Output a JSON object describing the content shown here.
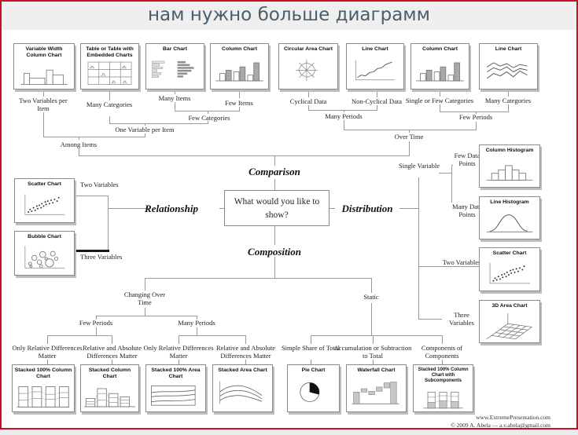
{
  "title": "нам нужно больше диаграмм",
  "colors": {
    "border_red": "#c50f22",
    "title_text": "#4a5e6a",
    "connector": "#999999"
  },
  "center": {
    "question": "What would you like to show?",
    "top": "Comparison",
    "left": "Relationship",
    "right": "Distribution",
    "bottom": "Composition"
  },
  "top_row": [
    {
      "title": "Variable Width Column Chart",
      "label": "Two Variables per Item"
    },
    {
      "title": "Table or Table with Embedded Charts",
      "label": "Many Categories"
    },
    {
      "title": "Bar Chart",
      "label": "Many Items"
    },
    {
      "title": "Column Chart",
      "label": "Few Items"
    },
    {
      "title": "Circular Area Chart",
      "label": "Cyclical Data"
    },
    {
      "title": "Line Chart",
      "label": "Non-Cyclical Data"
    },
    {
      "title": "Column Chart",
      "label": "Single or Few Categories"
    },
    {
      "title": "Line Chart",
      "label": "Many Categories"
    }
  ],
  "junctions": {
    "few_categories": "Few Categories",
    "one_variable_per_item": "One Variable per Item",
    "among_items": "Among Items",
    "many_periods": "Many Periods",
    "few_periods": "Few Periods",
    "over_time": "Over Time"
  },
  "relationship_branch": {
    "charts": [
      {
        "title": "Scatter Chart",
        "label": "Two Variables"
      },
      {
        "title": "Bubble Chart",
        "label": "Three Variables"
      }
    ]
  },
  "distribution_branch": {
    "single_variable": "Single Variable",
    "charts": [
      {
        "title": "Column Histogram",
        "label": "Few Data Points"
      },
      {
        "title": "Line Histogram",
        "label": "Many Data Points"
      },
      {
        "title": "Scatter Chart",
        "label": "Two Variables"
      },
      {
        "title": "3D Area Chart",
        "label": "Three Variables"
      }
    ]
  },
  "composition_branch": {
    "changing_over_time": "Changing Over Time",
    "static": "Static",
    "few_periods": "Few Periods",
    "many_periods": "Many Periods",
    "leaves": [
      {
        "label": "Only Relative Differences Matter",
        "title": "Stacked 100% Column Chart"
      },
      {
        "label": "Relative and Absolute Differences Matter",
        "title": "Stacked Column Chart"
      },
      {
        "label": "Only Relative Differences Matter",
        "title": "Stacked 100% Area Chart"
      },
      {
        "label": "Relative and Absolute Differences Matter",
        "title": "Stacked Area Chart"
      },
      {
        "label": "Simple Share of Total",
        "title": "Pie Chart"
      },
      {
        "label": "Accumulation or Subtraction to Total",
        "title": "Waterfall Chart"
      },
      {
        "label": "Components of Components",
        "title": "Stacked 100% Column Chart with Subcomponents"
      }
    ]
  },
  "footer": {
    "line1": "www.ExtremePresentation.com",
    "line2": "© 2009 A. Abela — a.v.abela@gmail.com"
  }
}
